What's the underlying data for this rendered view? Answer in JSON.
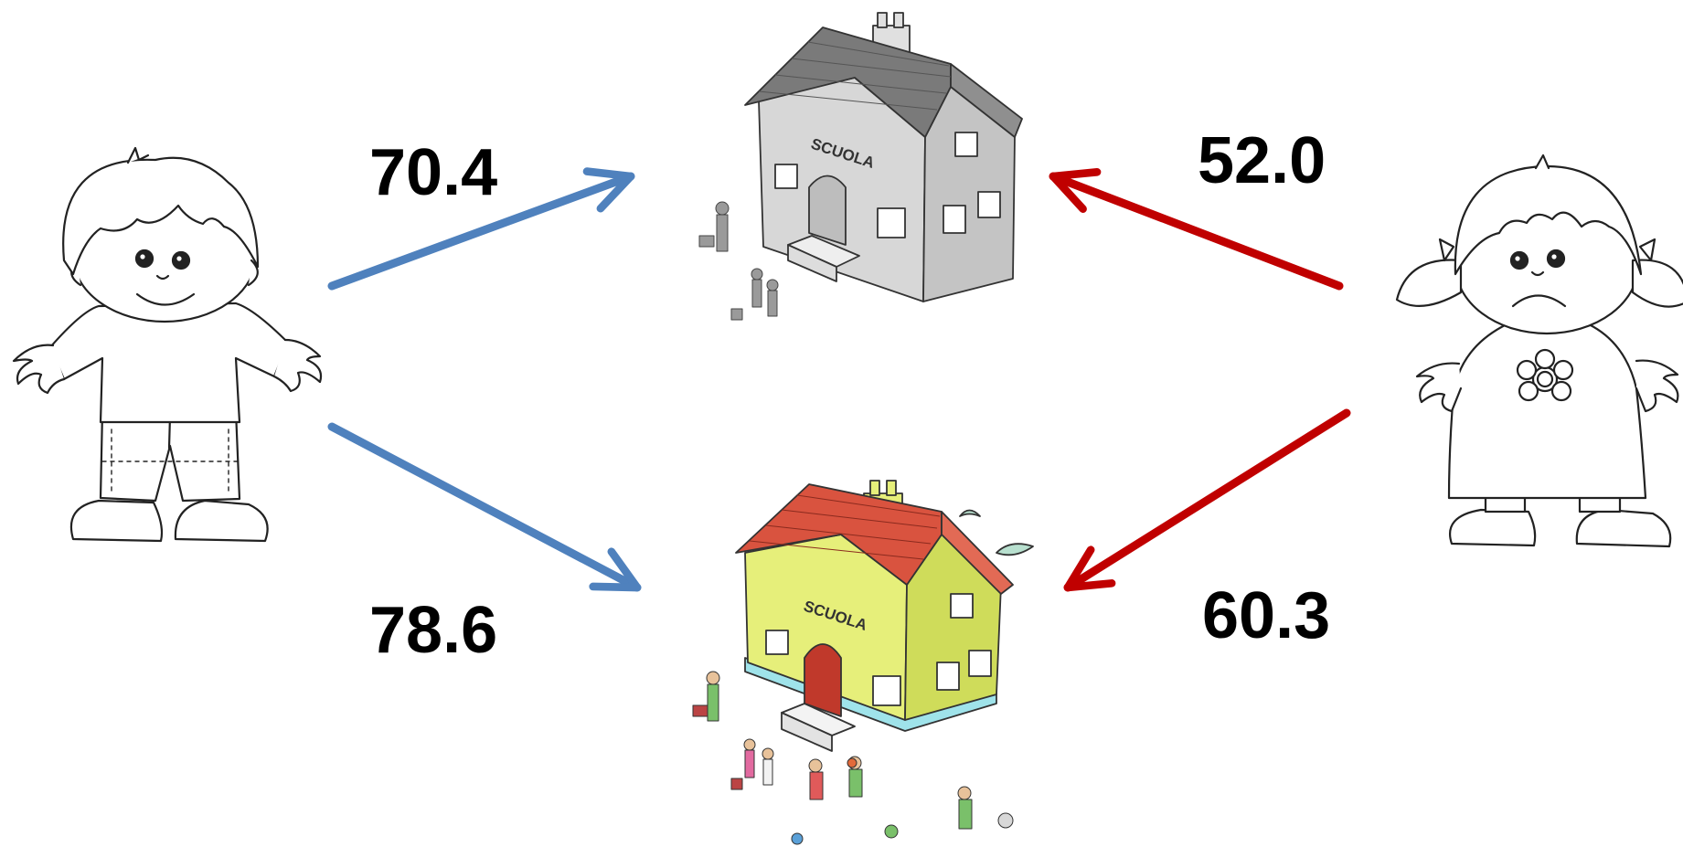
{
  "diagram": {
    "edges": [
      {
        "from": "boy",
        "to": "grey-school",
        "value": "70.4",
        "color": "#4f81bd"
      },
      {
        "from": "boy",
        "to": "colour-school",
        "value": "78.6",
        "color": "#4f81bd"
      },
      {
        "from": "girl",
        "to": "grey-school",
        "value": "52.0",
        "color": "#c00000"
      },
      {
        "from": "girl",
        "to": "colour-school",
        "value": "60.3",
        "color": "#c00000"
      }
    ],
    "school_sign": "SCUOLA",
    "colors": {
      "boy_arrow": "#4f81bd",
      "girl_arrow": "#c00000",
      "roof_grey": "#7a7a7a",
      "wall_grey": "#d7d7d7",
      "roof_red": "#d9533f",
      "wall_yellow": "#e6ef7a",
      "base_cyan": "#9fe3ea"
    }
  }
}
